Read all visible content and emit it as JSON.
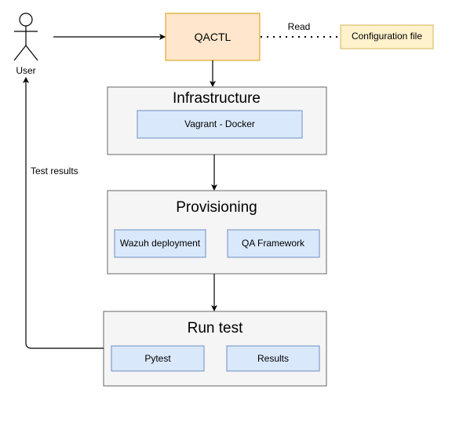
{
  "actor": {
    "label": "User"
  },
  "nodes": {
    "qactl": "QACTL",
    "config_file": "Configuration file",
    "infrastructure": {
      "title": "Infrastructure",
      "items": [
        "Vagrant - Docker"
      ]
    },
    "provisioning": {
      "title": "Provisioning",
      "items": [
        "Wazuh deployment",
        "QA Framework"
      ]
    },
    "run_test": {
      "title": "Run test",
      "items": [
        "Pytest",
        "Results"
      ]
    }
  },
  "edges": {
    "read_label": "Read",
    "test_results_label": "Test results"
  },
  "colors": {
    "qactl_fill": "#ffe6cc",
    "qactl_stroke": "#d79b00",
    "config_fill": "#fff2cc",
    "config_stroke": "#d6b656",
    "container_fill": "#f5f5f5",
    "container_stroke": "#666666",
    "item_fill": "#dae8fc",
    "item_stroke": "#6c8ebf"
  }
}
